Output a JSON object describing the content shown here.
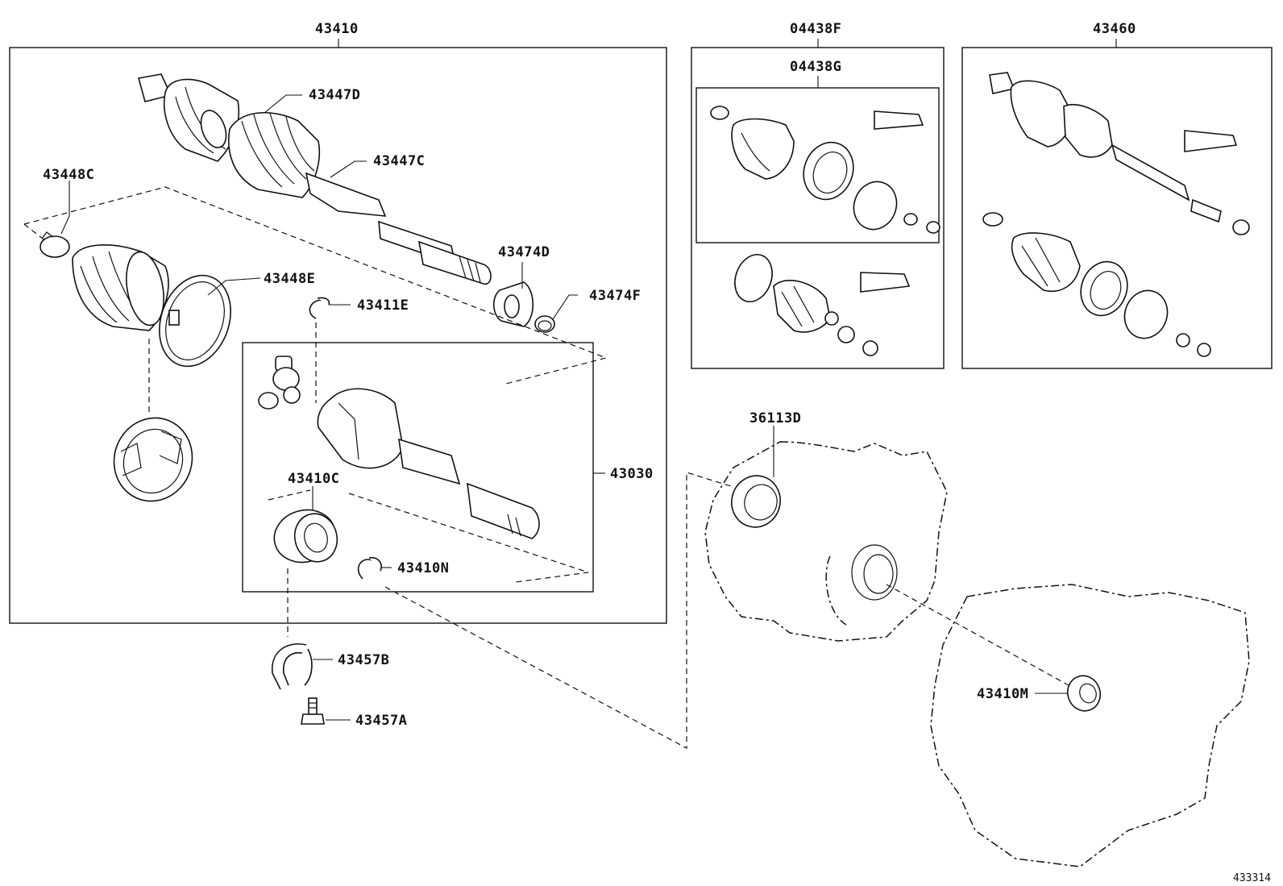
{
  "labels": {
    "p43410": "43410",
    "p04438F": "04438F",
    "p04438G": "04438G",
    "p43460": "43460",
    "p43447D": "43447D",
    "p43447C": "43447C",
    "p43448C": "43448C",
    "p43448E": "43448E",
    "p43474D": "43474D",
    "p43474F": "43474F",
    "p43411E": "43411E",
    "p43030": "43030",
    "p43410C": "43410C",
    "p43410N": "43410N",
    "p43457B": "43457B",
    "p43457A": "43457A",
    "p36113D": "36113D",
    "p43410M": "43410M"
  },
  "diagram_code": "433314",
  "colors": {
    "line": "#111111",
    "background": "#ffffff"
  }
}
